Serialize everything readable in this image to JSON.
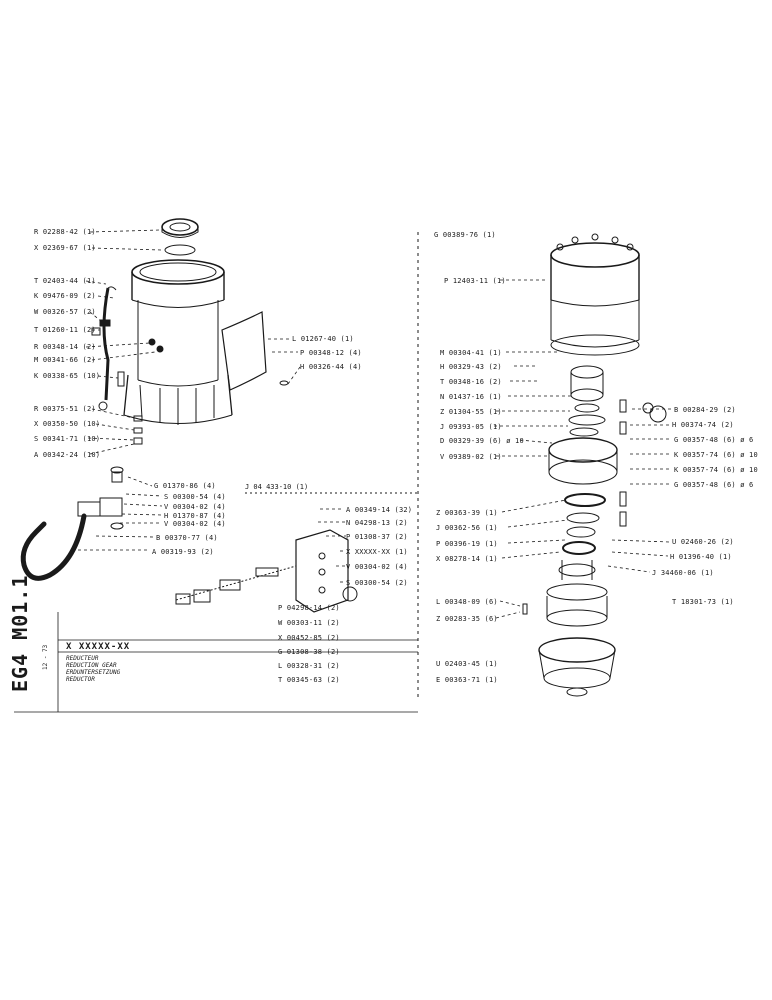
{
  "title_block": {
    "part_code": "EG4 M01.1",
    "assembly_ref": "X XXXXX-XX",
    "date": "12 - 73",
    "description": [
      "REDUCTEUR",
      "REDUCTION GEAR",
      "ERDUNTERSETZUNG",
      "REDUCTOR"
    ]
  },
  "sub_assembly_ref": "J 04 433-10 (1)",
  "top_right_header": "G 00389-76 (1)",
  "left_labels": [
    "R 02288-42 (1)",
    "X 02369-67 (1)",
    "T 02403-44 (1)",
    "K 09476-09 (2)",
    "W 00326-57 (2)",
    "T 01260-11 (2)",
    "R 00348-14 (2)",
    "M 00341-66 (2)",
    "K 00338-65 (10)",
    "R 00375-51 (2)",
    "X 00350-50 (10)",
    "S 00341-71 (10)",
    "A 00342-24 (10)"
  ],
  "cover_labels": [
    "L 01267-40 (1)",
    "P 00348-12 (4)",
    "H 00326-44 (4)"
  ],
  "valve_labels": [
    "G 01370-86 (4)",
    "S 00300-54 (4)",
    "V 00304-02 (4)",
    "H 01370-87 (4)",
    "V 00304-02 (4)",
    "B 00370-77 (4)",
    "A 00319-93 (2)"
  ],
  "block_labels_right": [
    "A 00349-14 (32)",
    "N 04298-13 (2)",
    "P 01308-37 (2)",
    "X XXXXX-XX (1)",
    "V 00304-02 (4)",
    "S 00300-54 (2)"
  ],
  "block_labels_bottom": [
    "P 04298-14 (2)",
    "W 00303-11 (2)",
    "X 00452-85 (2)",
    "G 01308-38 (2)",
    "L 00328-31 (2)",
    "T 00345-63 (2)"
  ],
  "right_left_labels": [
    "P 12403-11 (1)",
    "M 00304-41 (1)",
    "H 00329-43 (2)",
    "T 00348-16 (2)",
    "N 01437-16 (1)",
    "Z 01304-55 (1)",
    "J 09393-05 (1)",
    "D 00329-39 (6) ø 10",
    "V 09389-02 (1)",
    "Z 00363-39 (1)",
    "J 00362-56 (1)",
    "P 00396-19 (1)",
    "X 08278-14 (1)",
    "L 00348-09 (6)",
    "Z 00283-35 (6)",
    "U 02403-45 (1)",
    "E 00363-71 (1)"
  ],
  "right_right_labels": [
    "B 00284-29 (2)",
    "H 00374-74 (2)",
    "G 00357-48 (6) ø 6",
    "K 00357-74 (6) ø 10",
    "K 00357-74 (6) ø 10",
    "G 00357-48 (6) ø 6",
    "U 02460-26 (2)",
    "H 01396-40 (1)",
    "J 34460-06 (1)",
    "T 18301-73 (1)"
  ]
}
